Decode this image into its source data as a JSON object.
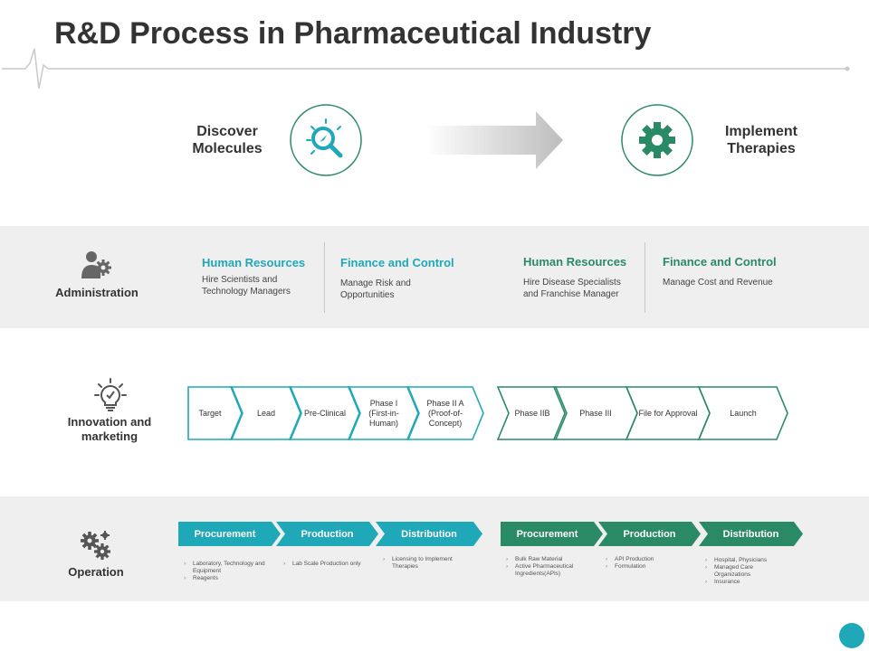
{
  "title": "R&D Process in Pharmaceutical Industry",
  "flow": {
    "left_label": "Discover Molecules",
    "left_icon": "magnifier-molecule-icon",
    "right_label": "Implement Therapies",
    "right_icon": "gear-icon"
  },
  "administration": {
    "label": "Administration",
    "icon": "admin-user-gear-icon",
    "items": [
      {
        "heading": "Human Resources",
        "text": "Hire Scientists and Technology Managers",
        "color": "#1fa8b8"
      },
      {
        "heading": "Finance and Control",
        "text": "Manage Risk and Opportunities",
        "color": "#1fa8b8"
      },
      {
        "heading": "Human Resources",
        "text": "Hire Disease Specialists and Franchise Manager",
        "color": "#2a8a66"
      },
      {
        "heading": "Finance and Control",
        "text": "Manage Cost and Revenue",
        "color": "#2a8a66"
      }
    ]
  },
  "innovation": {
    "label": "Innovation and marketing",
    "icon": "lightbulb-icon",
    "stages": [
      "Target",
      "Lead",
      "Pre-Clinical",
      "Phase I (First-in-Human)",
      "Phase II A (Proof-of-Concept)",
      "Phase IIB",
      "Phase III",
      "File for Approval",
      "Launch"
    ]
  },
  "operation": {
    "label": "Operation",
    "icon": "gears-icon",
    "steps": [
      {
        "label": "Procurement",
        "items": [
          "Laboratory, Technology and Equipment",
          "Reagents"
        ]
      },
      {
        "label": "Production",
        "items": [
          "Lab Scale Production only"
        ]
      },
      {
        "label": "Distribution",
        "items": [
          "Licensing to Implement Therapies"
        ]
      },
      {
        "label": "Procurement",
        "items": [
          "Bulk Raw Material",
          "Active Pharmaceutical Ingredients(APIs)"
        ]
      },
      {
        "label": "Production",
        "items": [
          "API Production",
          "Formulation"
        ]
      },
      {
        "label": "Distribution",
        "items": [
          "Hospital, Physicians",
          "Managed Care Organizations",
          "Insurance"
        ]
      }
    ]
  },
  "colors": {
    "teal": "#1fa8b8",
    "green": "#2a8a66",
    "band": "#efefef"
  }
}
